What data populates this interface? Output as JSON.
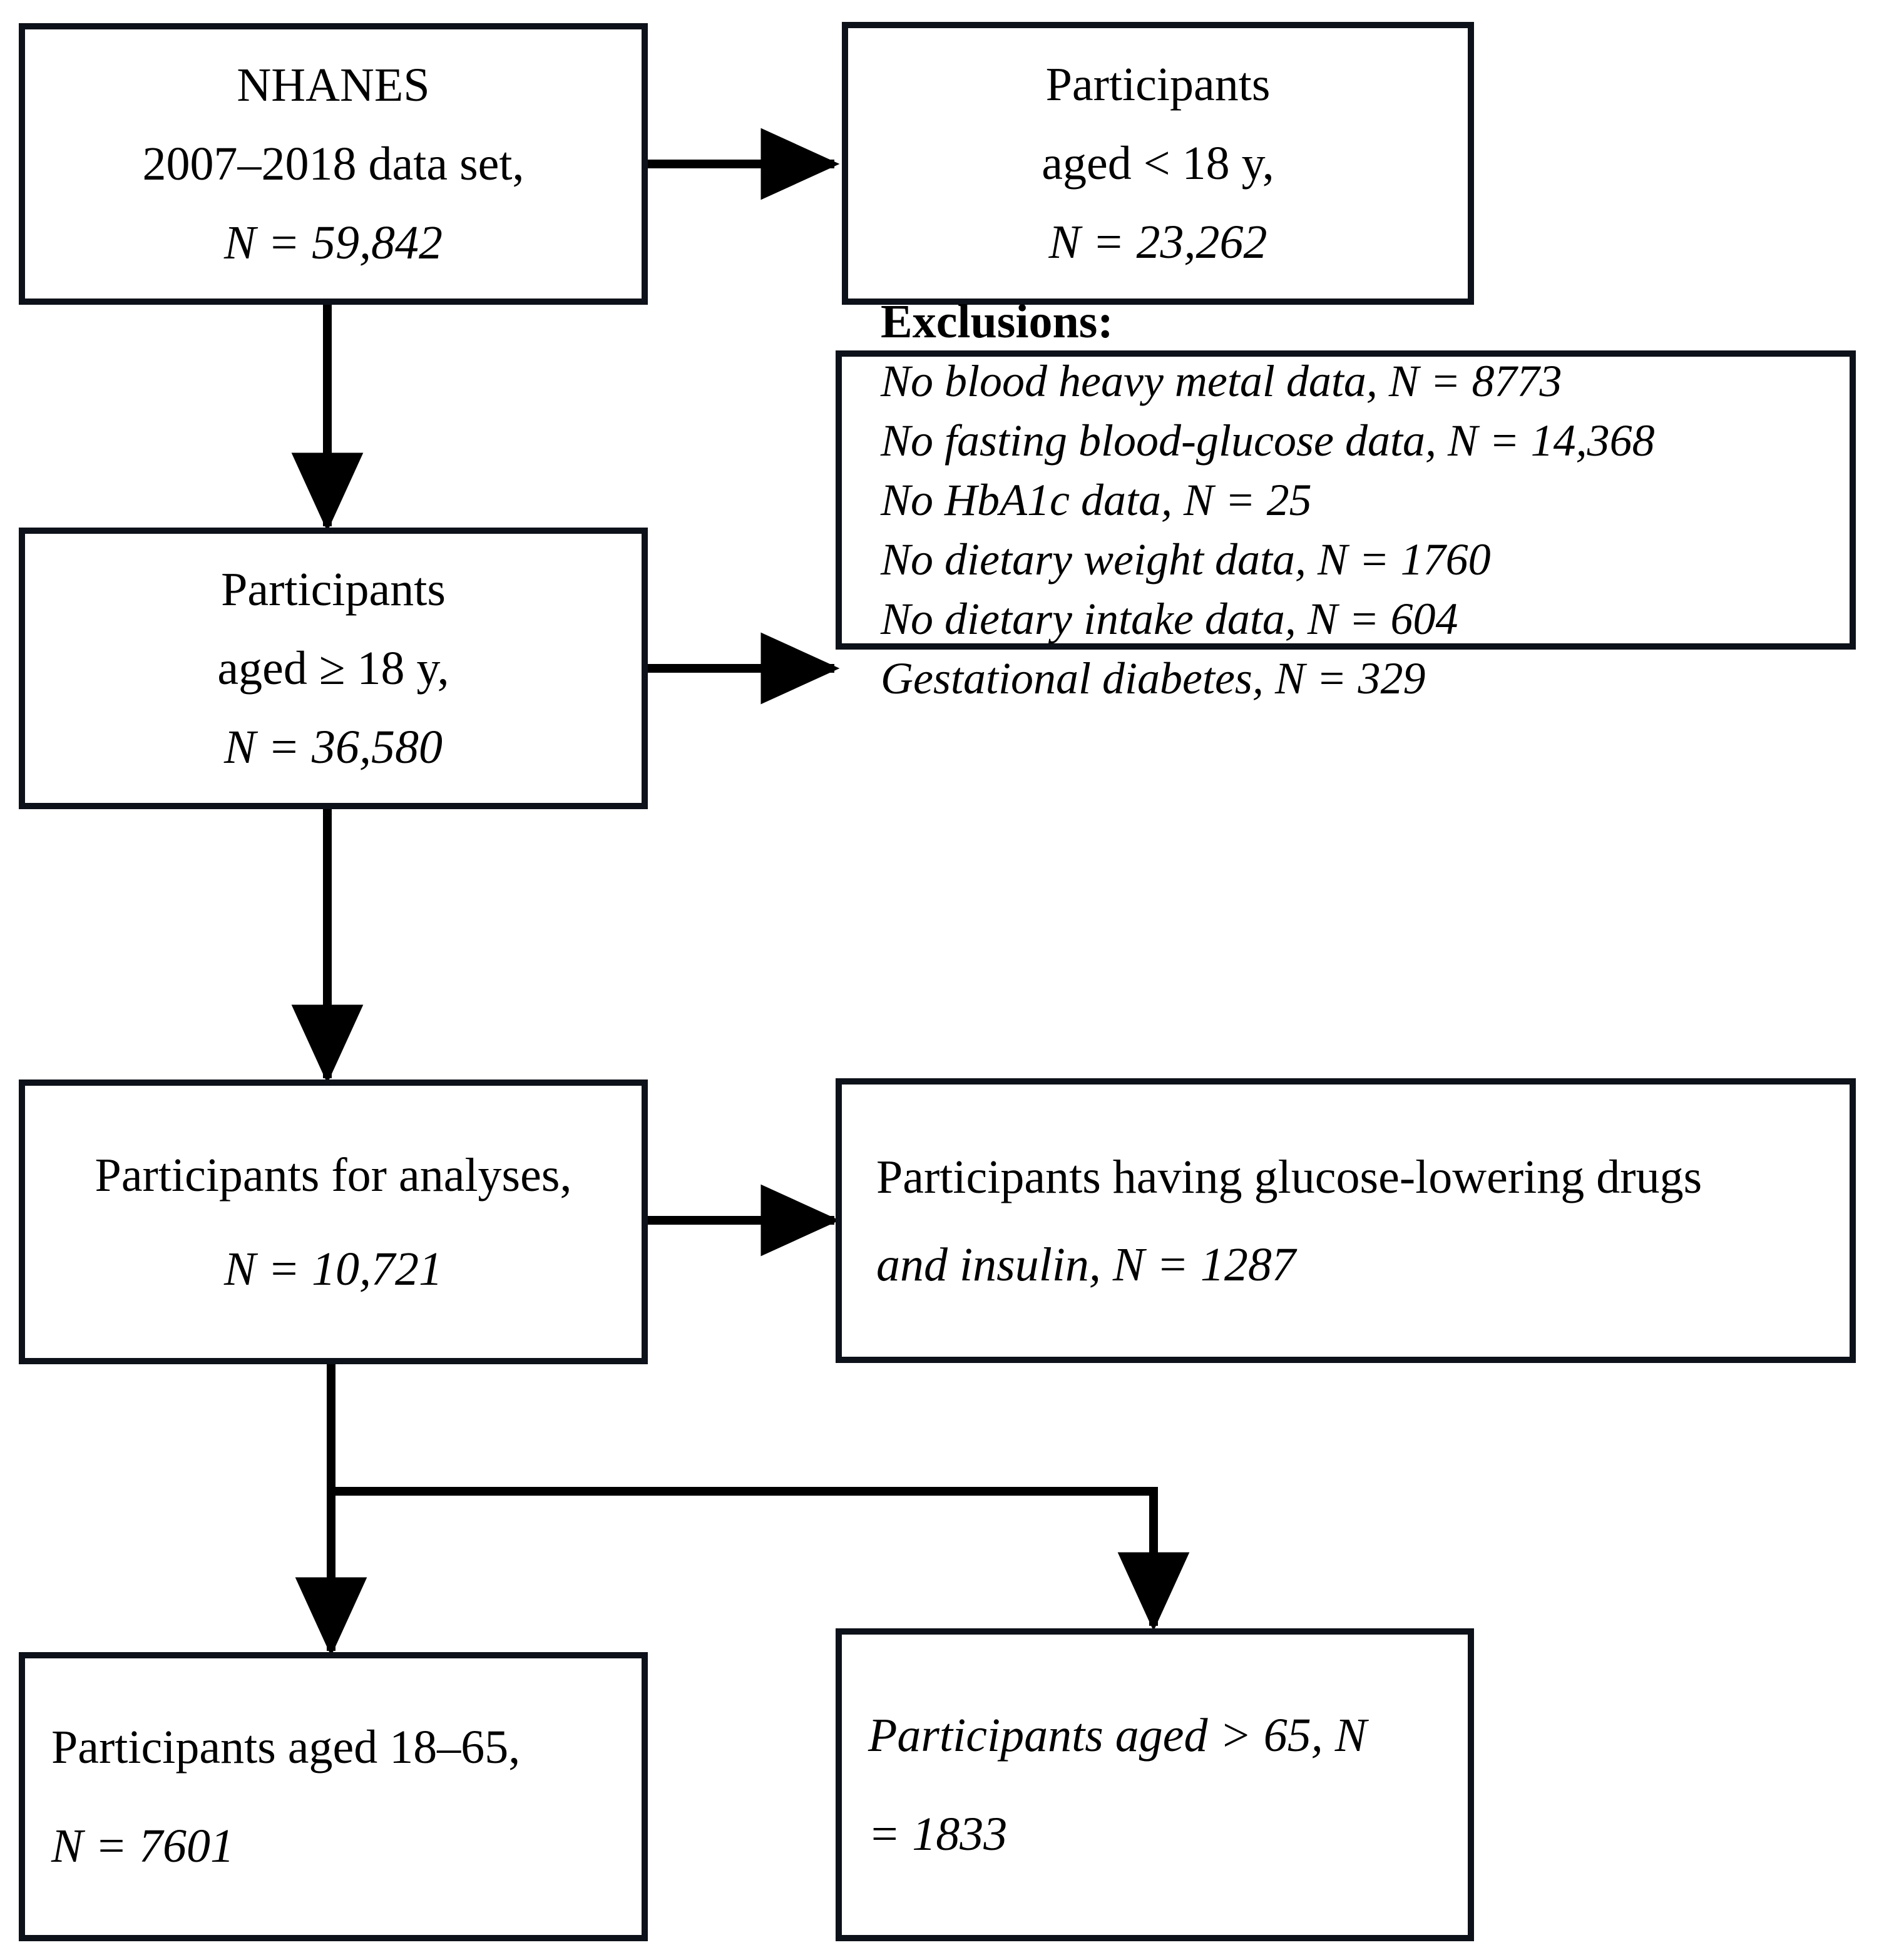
{
  "figure": {
    "type": "flowchart",
    "title": "NHANES participant selection flow diagram",
    "colors": {
      "border": "#0d1119",
      "text": "#000000",
      "background": "#ffffff",
      "arrow": "#000000"
    }
  },
  "nodes": {
    "nhanes": {
      "name": "NHANES source data set",
      "lines": [
        "NHANES",
        "2007–2018 data set,",
        "N = 59,842"
      ],
      "value_n": "59,842"
    },
    "under18": {
      "name": "Participants aged under 18",
      "lines": [
        "Participants",
        "aged < 18 y,",
        "N = 23,262"
      ],
      "value_n": "23,262"
    },
    "exclusions": {
      "name": "Exclusions list",
      "heading": "Exclusions:",
      "items": [
        {
          "label": "No blood heavy metal data",
          "n": "8773",
          "text": "No blood heavy metal data, N = 8773"
        },
        {
          "label": "No fasting blood-glucose data",
          "n": "14,368",
          "text": "No fasting blood-glucose data, N = 14,368"
        },
        {
          "label": "No HbA1c data",
          "n": "25",
          "text": "No HbA1c data, N = 25"
        },
        {
          "label": "No dietary weight data",
          "n": "1760",
          "text": "No dietary weight data, N = 1760"
        },
        {
          "label": "No dietary intake data",
          "n": "604",
          "text": "No dietary intake data, N = 604"
        },
        {
          "label": "Gestational diabetes",
          "n": "329",
          "text": "Gestational diabetes, N = 329"
        }
      ]
    },
    "over18": {
      "name": "Participants aged 18 or older",
      "lines": [
        "Participants",
        "aged ≥ 18 y,",
        "N = 36,580"
      ],
      "value_n": "36,580"
    },
    "analyses": {
      "name": "Participants for analyses",
      "lines": [
        "Participants for analyses,",
        "N = 10,721"
      ],
      "value_n": "10,721"
    },
    "drugs": {
      "name": "Participants having glucose-lowering drugs and insulin",
      "lines": [
        "Participants having glucose-lowering drugs",
        "and insulin, N = 1287"
      ],
      "value_n": "1287"
    },
    "age1865": {
      "name": "Participants aged 18-65",
      "lines": [
        "Participants aged 18–65,",
        "N = 7601"
      ],
      "value_n": "7601"
    },
    "ageover65": {
      "name": "Participants aged over 65",
      "lines": [
        "Participants aged > 65, N",
        "= 1833"
      ],
      "value_n": "1833"
    }
  },
  "edges": [
    {
      "from": "nhanes",
      "to": "under18",
      "direction": "right"
    },
    {
      "from": "nhanes",
      "to": "over18",
      "direction": "down"
    },
    {
      "from": "over18",
      "to": "exclusions",
      "direction": "right"
    },
    {
      "from": "over18",
      "to": "analyses",
      "direction": "down"
    },
    {
      "from": "analyses",
      "to": "drugs",
      "direction": "right"
    },
    {
      "from": "analyses",
      "to": "age1865",
      "direction": "down"
    },
    {
      "from": "analyses",
      "to": "ageover65",
      "direction": "down-right"
    }
  ]
}
